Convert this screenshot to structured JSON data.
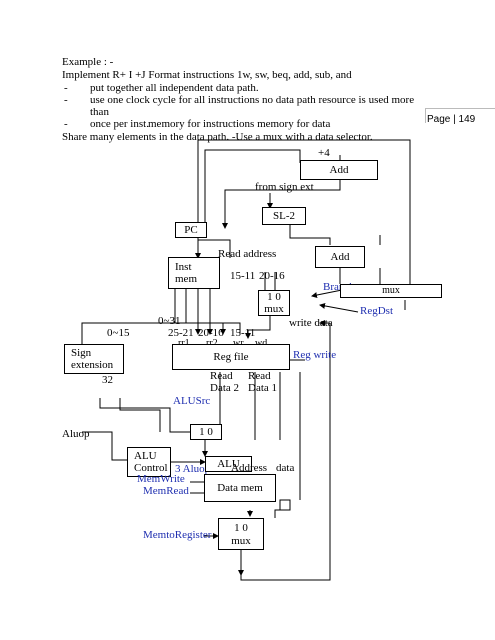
{
  "text": {
    "example": "Example : -",
    "implement": "Implement R+ I +J Format instructions 1w, sw, beq, add, sub, and",
    "bullets": [
      "put together all independent data path.",
      "use one clock cycle for all instructions no data path resource is used  more than",
      "once per inst."
    ],
    "memory_line": "memory for instructions memory for data",
    "share_line": "Share many elements in the data path. -Use a mux with a data selector.",
    "page": "Page | 149"
  },
  "diagram": {
    "plus4": "+4",
    "add_top": "Add",
    "from_sign_ext": "from sign ext",
    "sl2": "SL-2",
    "pc": "PC",
    "read_address": "Read  address",
    "add_mid": "Add",
    "inst_mem": [
      "Inst",
      "mem"
    ],
    "bits_15_11": "15-11",
    "bits_20_16": "20-16",
    "branch": "Branch",
    "mux_right": "mux",
    "mux1_sel": "1      0",
    "mux1_label": "mux",
    "regdst": "RegDst",
    "write_data": "write data",
    "bits_0_31": "0~31",
    "bits_0_15": "0~15",
    "bits_25_21": "25-21",
    "bits_20_16b": "20-16",
    "bits_15_11b": "15-11",
    "rr1": "rr1",
    "rr2": "rr2",
    "wr": "wr",
    "wd": "wd",
    "sign_ext": [
      "Sign",
      "extension"
    ],
    "reg_file": "Reg file",
    "reg_write": "Reg write",
    "bits_32": "32",
    "read_data2": [
      "Read",
      "Data 2"
    ],
    "read_data1": [
      "Read",
      "Data 1"
    ],
    "alusrc": "ALUSrc",
    "mux2_sel": "1    0",
    "aluop_left": "Aluop",
    "alu_control": [
      "ALU",
      "Control"
    ],
    "aluop3": "3 Aluop",
    "alu": "ALU",
    "address": "Address",
    "data": "data",
    "memwrite": "MemWrite",
    "memread": "MemRead",
    "data_mem": "Data mem",
    "memtoreg": "MemtoRegister",
    "mux3_sel": "1      0",
    "mux3_label": "mux"
  }
}
